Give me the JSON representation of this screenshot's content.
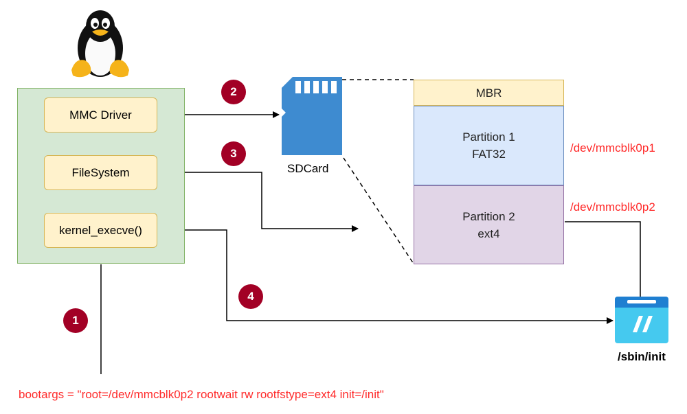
{
  "kernel": {
    "mmc_driver": "MMC Driver",
    "filesystem": "FileSystem",
    "kernel_execve": "kernel_execve()"
  },
  "steps": [
    "1",
    "2",
    "3",
    "4"
  ],
  "sdcard": {
    "label": "SDCard"
  },
  "disk": {
    "mbr": "MBR",
    "partition1": {
      "name": "Partition 1",
      "fs": "FAT32",
      "device": "/dev/mmcblk0p1"
    },
    "partition2": {
      "name": "Partition 2",
      "fs": "ext4",
      "device": "/dev/mmcblk0p2"
    }
  },
  "init": {
    "label": "/sbin/init"
  },
  "bootargs": "bootargs = \"root=/dev/mmcblk0p2 rootwait rw rootfstype=ext4 init=/init\"",
  "colors": {
    "step_badge": "#a20025",
    "device_label": "#ff2b2b",
    "kernel_box": "#d5e8d4",
    "component": "#fff2cc",
    "mbr": "#fff2cc",
    "partition1": "#dae8fc",
    "partition2": "#e1d5e7",
    "sdcard": "#3e8bd0"
  },
  "icons": [
    "tux-penguin-icon",
    "sdcard-icon",
    "init-app-icon"
  ]
}
